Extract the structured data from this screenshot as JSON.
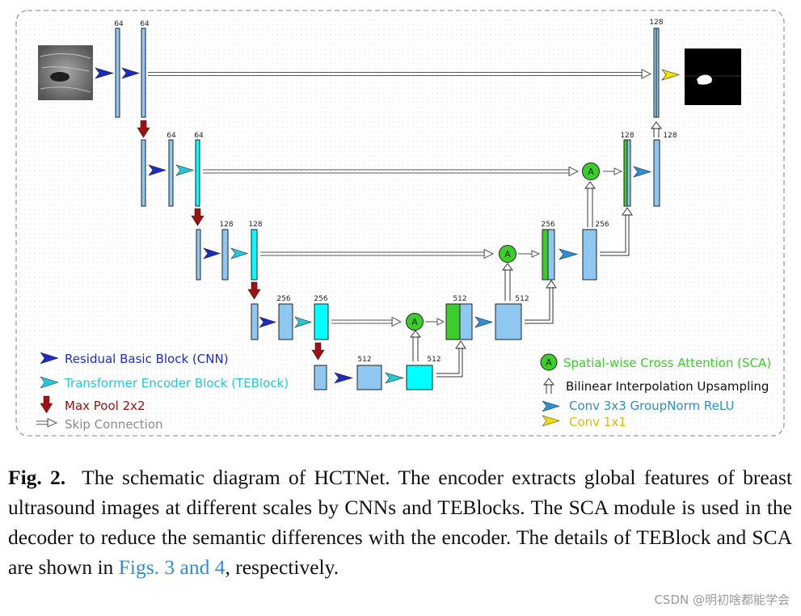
{
  "channels": {
    "enc1": [
      "64",
      "64"
    ],
    "enc2": [
      "64",
      "64"
    ],
    "enc3": [
      "128",
      "128"
    ],
    "enc4": [
      "256",
      "256"
    ],
    "bottleneck": "512",
    "dec4": [
      "512",
      "512"
    ],
    "dec3": [
      "256",
      "256"
    ],
    "dec2": [
      "128",
      "128"
    ],
    "dec1": "128"
  },
  "attention_glyph": "A",
  "legend_left": [
    {
      "label": "Residual Basic Block (CNN)",
      "color": "#1a2bbf"
    },
    {
      "label": "Transformer Encoder Block (TEBlock)",
      "color": "#22c8d8"
    },
    {
      "label": "Max Pool 2x2",
      "color": "#a01010"
    },
    {
      "label": "Skip Connection",
      "color": "#8a8a8a"
    }
  ],
  "legend_right": [
    {
      "label": "Spatial-wise Cross Attention (SCA)",
      "color": "#3ccc2c"
    },
    {
      "label": "Bilinear Interpolation Upsampling",
      "color": "#111111"
    },
    {
      "label": "Conv 3x3  GroupNorm  ReLU",
      "color": "#2a8fd6"
    },
    {
      "label": "Conv 1x1",
      "color": "#e8b800"
    }
  ],
  "caption": {
    "fig_label": "Fig. 2.",
    "text": "The schematic diagram of HCTNet. The encoder extracts global features of breast ultrasound images at different scales by CNNs and TEBlocks. The SCA module is used in the decoder to reduce the semantic differences with the encoder. The details of TEBlock and SCA are shown in",
    "link": "Figs. 3 and 4",
    "end": ", respectively."
  },
  "watermark": "CSDN @明初啥都能学会",
  "colors": {
    "block_blue": "#8ec7ef",
    "block_cyan": "#00ffff",
    "block_green": "#3ccc2c",
    "arrow_cnn": "#1a2bbf",
    "arrow_teblock": "#22c8d8",
    "arrow_pool": "#a01010",
    "arrow_conv3": "#2a8fd6",
    "arrow_conv1": "#f0e000"
  }
}
